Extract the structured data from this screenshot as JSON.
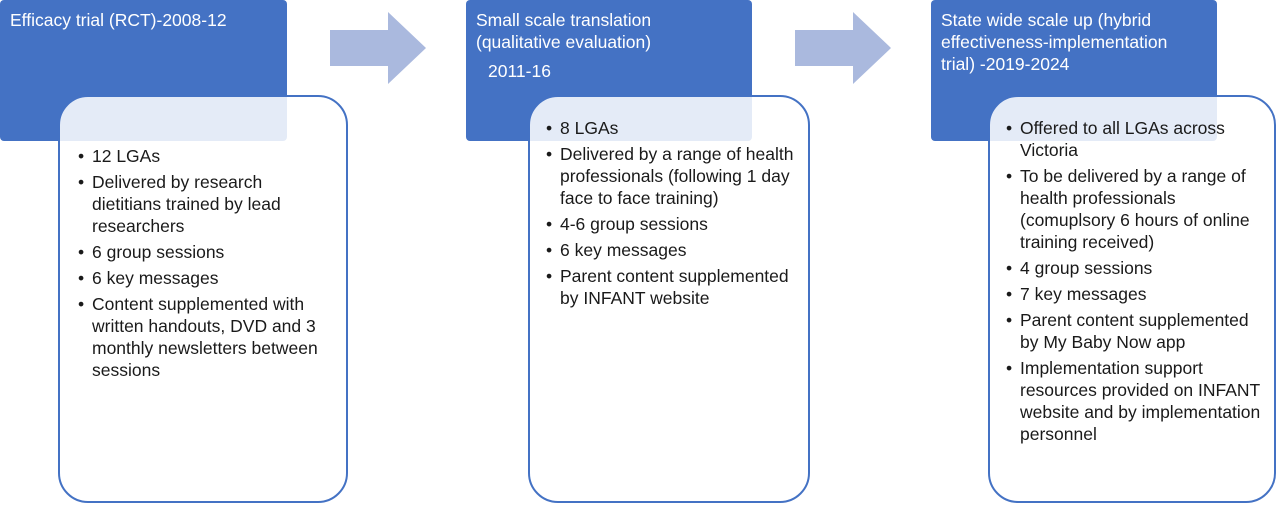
{
  "stages": [
    {
      "header": [
        "Efficacy trial (RCT)-2008-12"
      ],
      "items": [
        "12 LGAs",
        "Delivered by research dietitians trained by lead researchers",
        "6 group sessions",
        " 6 key messages",
        "Content supplemented with written handouts, DVD and 3 monthly newsletters between sessions"
      ]
    },
    {
      "header": [
        "Small scale translation",
        "(qualitative evaluation)",
        "2011-16"
      ],
      "items": [
        " 8 LGAs",
        "Delivered by a range of health professionals (following 1 day face to face training)",
        "4-6 group sessions",
        "6 key messages",
        " Parent content supplemented by INFANT website"
      ]
    },
    {
      "header": [
        "State wide scale up (hybrid",
        "effectiveness-implementation",
        "trial) -2019-2024"
      ],
      "items": [
        " Offered to all LGAs across Victoria",
        " To be delivered by a range of health professionals (comuplsory 6 hours of online training received)",
        " 4 group sessions",
        "7 key messages",
        " Parent content supplemented by My Baby Now app",
        "Implementation support resources provided on INFANT website and by implementation personnel"
      ]
    }
  ],
  "colors": {
    "header_fill": "#4472c4",
    "box_border": "#4472c4",
    "arrow_fill": "#aab9de"
  }
}
